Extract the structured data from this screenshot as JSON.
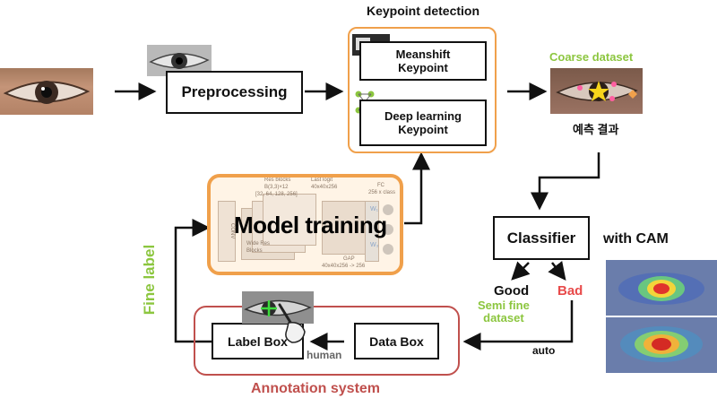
{
  "keypoint_section": {
    "title": "Keypoint detection",
    "meanshift": "Meanshift\nKeypoint",
    "deep_learning": "Deep learning\nKeypoint"
  },
  "preprocessing": {
    "label": "Preprocessing"
  },
  "coarse": {
    "title": "Coarse dataset",
    "caption": "예측 결과"
  },
  "model": {
    "label": "Model training",
    "res_blocks": "Res blocks",
    "res_detail": "B(3,3)×12",
    "res_channels": "[32, 64, 128, 256]",
    "last_logit": "Last logit",
    "last_logit_size": "40x40x256",
    "fc": "FC",
    "fc_size": "256 x class",
    "conv": "CONV",
    "wide": "Wide Res\nBlocks",
    "gap": "GAP",
    "gap_size": "40x40x256 -> 256",
    "w1": "W₁",
    "w3": "W₃"
  },
  "classifier": {
    "label": "Classifier",
    "cam_label": "with CAM",
    "good": "Good",
    "bad": "Bad",
    "semi": "Semi fine\ndataset",
    "auto": "auto"
  },
  "annotation": {
    "title": "Annotation system",
    "label_box": "Label Box",
    "data_box": "Data Box",
    "human": "human"
  },
  "fine_label": "Fine label",
  "colors": {
    "accent_green": "#8cc63f",
    "accent_orange": "#f0a04b",
    "bad_red": "#e84a4a",
    "annotation_red": "#c0504d",
    "keypoint_yellow": "#f7d51c",
    "keypoint_pink": "#ff5fa0"
  }
}
